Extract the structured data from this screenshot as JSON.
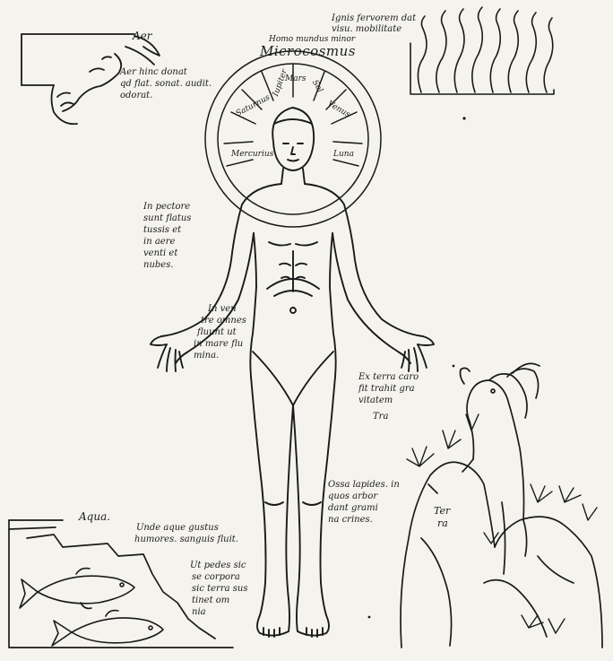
{
  "title": "Microcosmus",
  "title_caption": "Homo mundus minor",
  "aer": {
    "label": "Aer",
    "text_lines": [
      "Aer hinc donat",
      "qd flat. sonat. audit.",
      "odorat."
    ]
  },
  "ignis": {
    "text_lines": [
      "Ignis fervorem dat",
      "visu. mobilitate"
    ]
  },
  "halo_rays": [
    "Saturnus",
    "Iupiter",
    "Mars",
    "Sol",
    "Venus",
    "Mercurius",
    "Luna"
  ],
  "pectus": {
    "text_lines": [
      "In pectore",
      "sunt flatus",
      "tussis et",
      "in aere",
      "venti et",
      "nubes."
    ]
  },
  "venter": {
    "text_lines": [
      "In ven",
      "tre omnes",
      "fluunt ut",
      "in mare flu",
      "mina."
    ]
  },
  "terra_caro": {
    "text_lines": [
      "Ex terra caro",
      "fit trahit gra",
      "vitatem"
    ],
    "label": "Tra"
  },
  "lapides": {
    "text_lines": [
      "Ossa lapides. in",
      "quos arbor",
      "dant grami",
      "na crines."
    ]
  },
  "terra_label": [
    "Ter",
    "ra"
  ],
  "aqua": {
    "label": "Aqua.",
    "text_lines": [
      "Unde aque gustus",
      "humores. sanguis fluit."
    ]
  },
  "pedes": {
    "text_lines": [
      "Ut pedes sic",
      "se corpora",
      "sic terra sus",
      "tinet om",
      "nia"
    ]
  }
}
